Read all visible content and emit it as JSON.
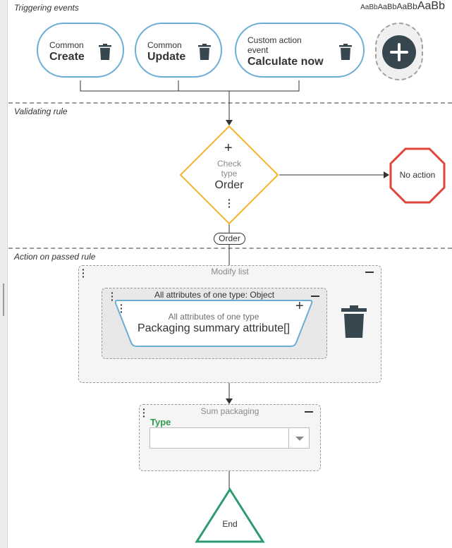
{
  "sections": {
    "triggering_events": "Triggering events",
    "validating_rule": "Validating rule",
    "action_on_passed_rule": "Action on passed rule"
  },
  "font_scale": [
    "AaBb",
    "AaBb",
    "AaBb",
    "AaBb"
  ],
  "triggers": [
    {
      "category": "Common",
      "name": "Create"
    },
    {
      "category": "Common",
      "name": "Update"
    },
    {
      "category": "Custom action event",
      "category_line1": "Custom action",
      "category_line2": "event",
      "name": "Calculate now"
    }
  ],
  "check": {
    "line1": "Check",
    "line2": "type",
    "value": "Order"
  },
  "no_action": "No action",
  "order_badge": "Order",
  "modify_list": {
    "title": "Modify list",
    "inner_title": "All attributes of one type: Object",
    "node_subtitle": "All attributes of one type",
    "node_title": "Packaging summary attribute[]"
  },
  "sum_packaging": {
    "title": "Sum packaging",
    "field_label": "Type",
    "field_value": ""
  },
  "end": "End",
  "colors": {
    "trigger_border": "#6aaed6",
    "check_border": "#f5b52e",
    "no_action_border": "#e0443a",
    "end_border": "#2e9b6f",
    "field_label": "#2e9b4f",
    "icon_dark": "#37474f"
  }
}
